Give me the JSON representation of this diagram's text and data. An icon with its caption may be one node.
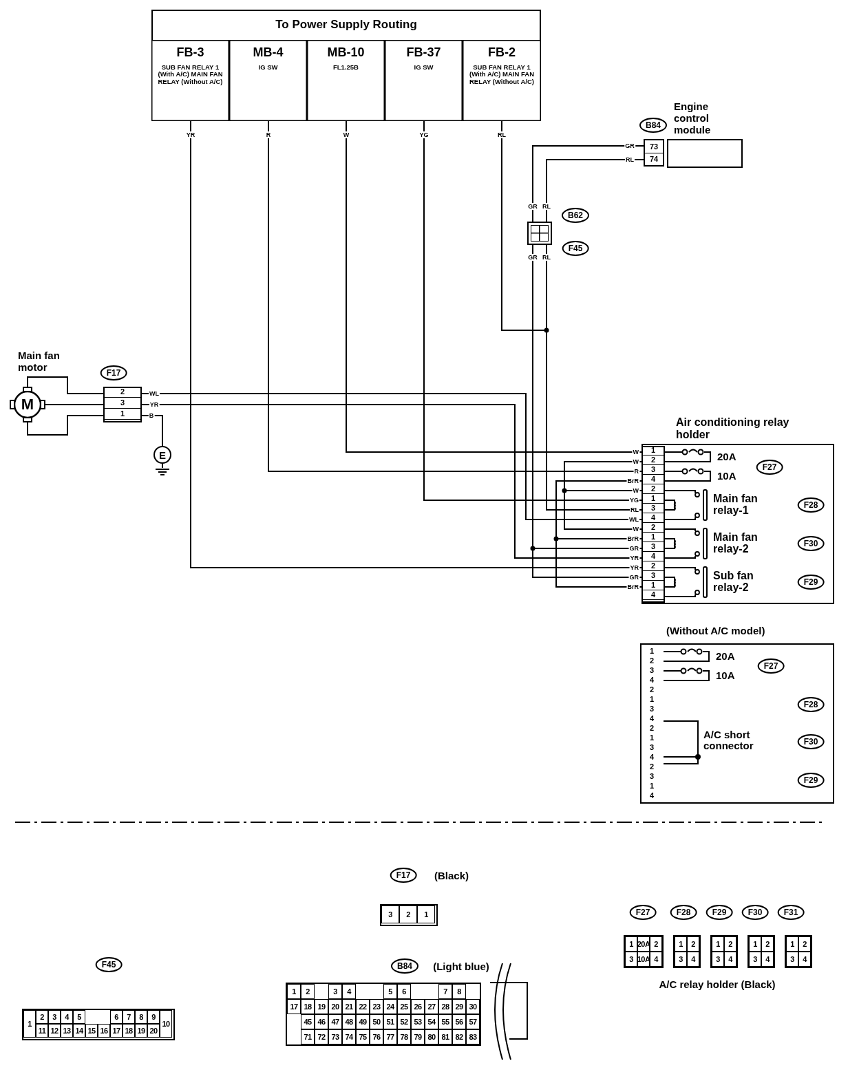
{
  "diagram": {
    "nodes": [
      {
        "text": [
          "To Power Supply Routing"
        ]
      },
      {
        "text": [
          "FB-3",
          "SUB FAN RELAY 1 (With A/C) MAIN FAN RELAY (Without A/C)"
        ],
        "in": 0
      },
      {
        "text": [
          "MB-4",
          "IG SW"
        ],
        "in": 0
      },
      {
        "text": [
          "MB-10",
          "FL1.25B"
        ],
        "in": 0
      },
      {
        "text": [
          "FB-37",
          "IG SW"
        ],
        "in": 0
      },
      {
        "text": [
          "FB-2",
          "SUB FAN RELAY 1 (With A/C) MAIN FAN RELAY (Without A/C)"
        ],
        "in": 0
      },
      {
        "text": [
          "Engine control module",
          "73",
          "74"
        ],
        "beside": [
          "B84"
        ]
      },
      {
        "text": [],
        "shape": "box",
        "beside": [
          "B62",
          "F45"
        ]
      },
      {
        "text": [
          "Main fan motor",
          "M"
        ]
      },
      {
        "text": [
          "2",
          "3",
          "1"
        ],
        "beside": [
          "F17"
        ]
      },
      {
        "text": [
          "E"
        ]
      },
      {
        "text": [
          "Air conditioning relay holder"
        ]
      },
      {
        "text": [
          "1",
          "2",
          "3",
          "4",
          "2",
          "1",
          "3",
          "4",
          "2",
          "1",
          "3",
          "4",
          "2",
          "3",
          "1",
          "4"
        ],
        "in": 11
      },
      {
        "text": [
          "20A"
        ],
        "in": 11
      },
      {
        "text": [
          "10A"
        ],
        "in": 11
      },
      {
        "text": [
          "Main fan relay-1"
        ],
        "in": 11
      },
      {
        "text": [
          "Main fan relay-2"
        ],
        "in": 11
      },
      {
        "text": [
          "Sub fan relay-2"
        ],
        "in": 11
      },
      {
        "text": [
          "(Without A/C model)"
        ]
      },
      {
        "text": [
          "1",
          "2",
          "3",
          "4",
          "2",
          "1",
          "3",
          "4",
          "2",
          "1",
          "3",
          "4",
          "2",
          "3",
          "1",
          "4"
        ],
        "in": 18
      },
      {
        "text": [
          "20A"
        ],
        "in": 18
      },
      {
        "text": [
          "10A"
        ],
        "in": 18
      },
      {
        "text": [
          "A/C short connector"
        ],
        "in": 18
      },
      {
        "text": [
          "3",
          "2",
          "1"
        ],
        "beside": [
          "F17",
          "(Black)"
        ]
      },
      {
        "text": [
          "1",
          "2",
          "3",
          "4",
          "5",
          "6",
          "7",
          "8",
          "9",
          "10",
          "11",
          "12",
          "13",
          "14",
          "15",
          "16",
          "17",
          "18",
          "19",
          "20"
        ]
      },
      {
        "text": [
          "1",
          "2",
          "3",
          "4",
          "5",
          "6",
          "7",
          "8",
          "17",
          "18",
          "19",
          "20",
          "21",
          "22",
          "23",
          "24",
          "25",
          "26",
          "27",
          "28",
          "29",
          "30",
          "45",
          "46",
          "47",
          "48",
          "49",
          "50",
          "51",
          "52",
          "53",
          "54",
          "55",
          "56",
          "57",
          "71",
          "72",
          "73",
          "74",
          "75",
          "76",
          "77",
          "78",
          "79",
          "80",
          "81",
          "82",
          "83"
        ],
        "beside": [
          "B84",
          "(Light blue)"
        ]
      },
      {
        "text": [
          "1",
          "20A",
          "2",
          "3",
          "10A",
          "4",
          "1",
          "2",
          "3",
          "4",
          "1",
          "2",
          "3",
          "4",
          "1",
          "2",
          "3",
          "4",
          "1",
          "2",
          "3",
          "4"
        ],
        "beside": [
          "F27",
          "F28",
          "F29",
          "F30",
          "F31",
          "A/C relay holder (Black)"
        ]
      }
    ],
    "edges": [
      {
        "from": 1,
        "to": 12,
        "arrow": "none",
        "label": "YR"
      },
      {
        "from": 2,
        "to": 12,
        "arrow": "none",
        "label": "R"
      },
      {
        "from": 3,
        "to": 12,
        "arrow": "none",
        "label": "W"
      },
      {
        "from": 4,
        "to": 12,
        "arrow": "none",
        "label": "YG"
      },
      {
        "from": 5,
        "to": 12,
        "arrow": "none",
        "label": "RL"
      },
      {
        "from": 6,
        "to": 7,
        "arrow": "none",
        "label": "GR"
      },
      {
        "from": 6,
        "to": 7,
        "arrow": "none",
        "label": "RL"
      },
      {
        "from": 7,
        "to": 12,
        "arrow": "none",
        "label": "GR"
      },
      {
        "from": 7,
        "to": 12,
        "arrow": "none",
        "label": "RL"
      },
      {
        "from": 8,
        "to": 9,
        "arrow": "none"
      },
      {
        "from": 8,
        "to": 9,
        "arrow": "none"
      },
      {
        "from": 8,
        "to": 9,
        "arrow": "none"
      },
      {
        "from": 9,
        "to": 12,
        "arrow": "none",
        "label": "WL"
      },
      {
        "from": 9,
        "to": 12,
        "arrow": "none",
        "label": "YR"
      },
      {
        "from": 9,
        "to": 10,
        "arrow": "none",
        "label": "B"
      },
      {
        "from": 12,
        "to": 12,
        "arrow": "none"
      },
      {
        "from": 12,
        "to": 12,
        "arrow": "none"
      },
      {
        "from": 12,
        "to": 12,
        "arrow": "none"
      },
      {
        "from": 12,
        "to": 12,
        "arrow": "none"
      },
      {
        "from": 7,
        "to": 12,
        "arrow": "none"
      }
    ],
    "labels": [
      "W",
      "W",
      "R",
      "BrR",
      "W",
      "YG",
      "RL",
      "WL",
      "W",
      "BrR",
      "GR",
      "YR",
      "YR",
      "GR",
      "BrR",
      "F27",
      "F28",
      "F30",
      "F29",
      "F27",
      "F28",
      "F30",
      "F29",
      "GR",
      "RL",
      "F45"
    ]
  }
}
